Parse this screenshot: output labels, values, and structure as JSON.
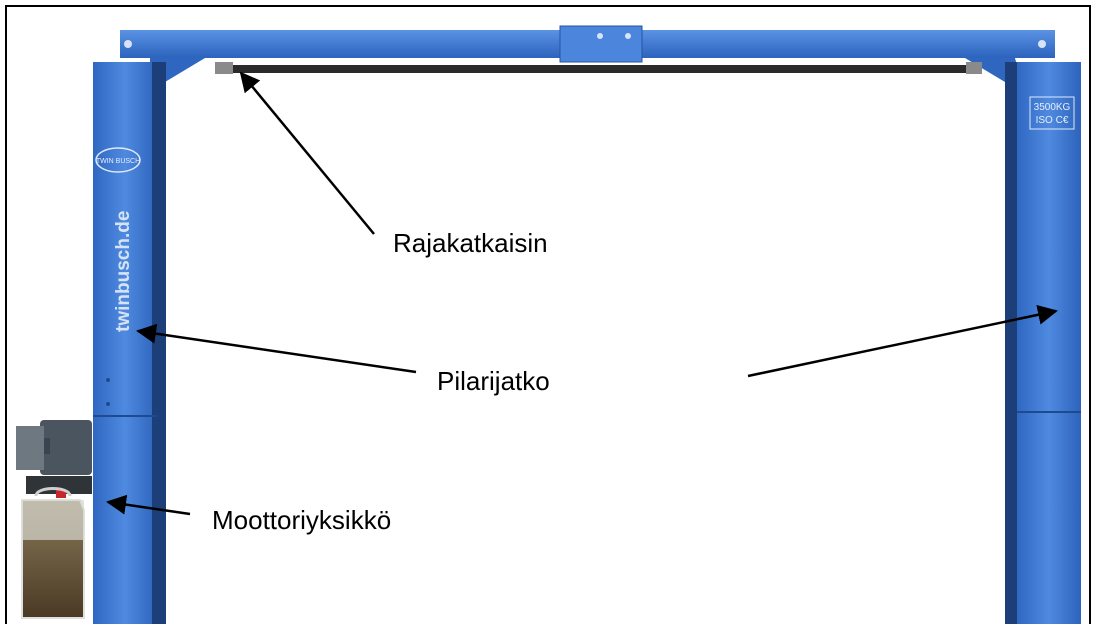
{
  "callouts": {
    "limit_switch": "Rajakatkaisin",
    "pillar_extension": "Pilarijatko",
    "motor_unit": "Moottoriyksikkö"
  },
  "decals": {
    "logo": "TWIN BUSCH",
    "website": "twinbusch.de",
    "capacity": "3500KG",
    "certification": "ISO C€"
  },
  "colors": {
    "lift_blue": "#3b78d4",
    "lift_blue_dark": "#2a5fb3",
    "frame_border": "#000000"
  }
}
